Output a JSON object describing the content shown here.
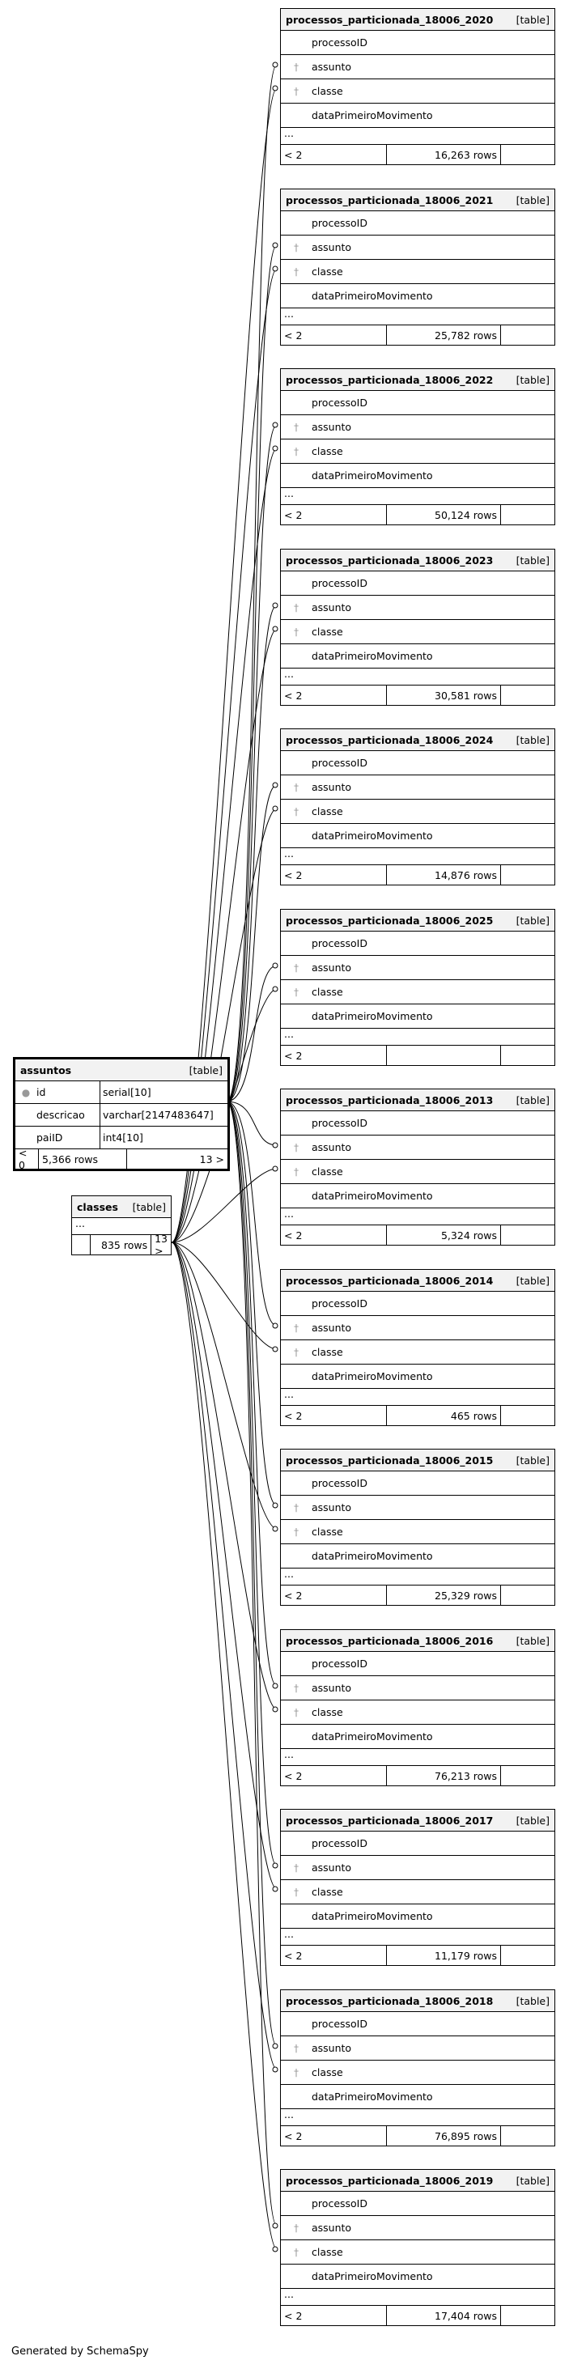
{
  "footer": "Generated by SchemaSpy",
  "type_label": "[table]",
  "assuntos": {
    "name": "assuntos",
    "columns": [
      {
        "name": "id",
        "type": "serial[10]"
      },
      {
        "name": "descricao",
        "type": "varchar[2147483647]"
      },
      {
        "name": "paiID",
        "type": "int4[10]"
      }
    ],
    "footer": {
      "parents": "< 0",
      "rows": "5,366 rows",
      "children": "13 >"
    }
  },
  "classes": {
    "name": "classes",
    "ellipsis": "...",
    "footer": {
      "parents": "",
      "rows": "835 rows",
      "children": "13 >"
    }
  },
  "tables": [
    {
      "name": "processos_particionada_18006_2020",
      "columns": [
        "processoID",
        "assunto",
        "classe",
        "dataPrimeiroMovimento"
      ],
      "ellipsis": "...",
      "parents": "< 2",
      "rows": "16,263 rows",
      "children": ""
    },
    {
      "name": "processos_particionada_18006_2021",
      "columns": [
        "processoID",
        "assunto",
        "classe",
        "dataPrimeiroMovimento"
      ],
      "ellipsis": "...",
      "parents": "< 2",
      "rows": "25,782 rows",
      "children": ""
    },
    {
      "name": "processos_particionada_18006_2022",
      "columns": [
        "processoID",
        "assunto",
        "classe",
        "dataPrimeiroMovimento"
      ],
      "ellipsis": "...",
      "parents": "< 2",
      "rows": "50,124 rows",
      "children": ""
    },
    {
      "name": "processos_particionada_18006_2023",
      "columns": [
        "processoID",
        "assunto",
        "classe",
        "dataPrimeiroMovimento"
      ],
      "ellipsis": "...",
      "parents": "< 2",
      "rows": "30,581 rows",
      "children": ""
    },
    {
      "name": "processos_particionada_18006_2024",
      "columns": [
        "processoID",
        "assunto",
        "classe",
        "dataPrimeiroMovimento"
      ],
      "ellipsis": "...",
      "parents": "< 2",
      "rows": "14,876 rows",
      "children": ""
    },
    {
      "name": "processos_particionada_18006_2025",
      "columns": [
        "processoID",
        "assunto",
        "classe",
        "dataPrimeiroMovimento"
      ],
      "ellipsis": "...",
      "parents": "< 2",
      "rows": "",
      "children": ""
    },
    {
      "name": "processos_particionada_18006_2013",
      "columns": [
        "processoID",
        "assunto",
        "classe",
        "dataPrimeiroMovimento"
      ],
      "ellipsis": "...",
      "parents": "< 2",
      "rows": "5,324 rows",
      "children": ""
    },
    {
      "name": "processos_particionada_18006_2014",
      "columns": [
        "processoID",
        "assunto",
        "classe",
        "dataPrimeiroMovimento"
      ],
      "ellipsis": "...",
      "parents": "< 2",
      "rows": "465 rows",
      "children": ""
    },
    {
      "name": "processos_particionada_18006_2015",
      "columns": [
        "processoID",
        "assunto",
        "classe",
        "dataPrimeiroMovimento"
      ],
      "ellipsis": "...",
      "parents": "< 2",
      "rows": "25,329 rows",
      "children": ""
    },
    {
      "name": "processos_particionada_18006_2016",
      "columns": [
        "processoID",
        "assunto",
        "classe",
        "dataPrimeiroMovimento"
      ],
      "ellipsis": "...",
      "parents": "< 2",
      "rows": "76,213 rows",
      "children": ""
    },
    {
      "name": "processos_particionada_18006_2017",
      "columns": [
        "processoID",
        "assunto",
        "classe",
        "dataPrimeiroMovimento"
      ],
      "ellipsis": "...",
      "parents": "< 2",
      "rows": "11,179 rows",
      "children": ""
    },
    {
      "name": "processos_particionada_18006_2018",
      "columns": [
        "processoID",
        "assunto",
        "classe",
        "dataPrimeiroMovimento"
      ],
      "ellipsis": "...",
      "parents": "< 2",
      "rows": "76,895 rows",
      "children": ""
    },
    {
      "name": "processos_particionada_18006_2019",
      "columns": [
        "processoID",
        "assunto",
        "classe",
        "dataPrimeiroMovimento"
      ],
      "ellipsis": "...",
      "parents": "< 2",
      "rows": "17,404 rows",
      "children": ""
    }
  ]
}
